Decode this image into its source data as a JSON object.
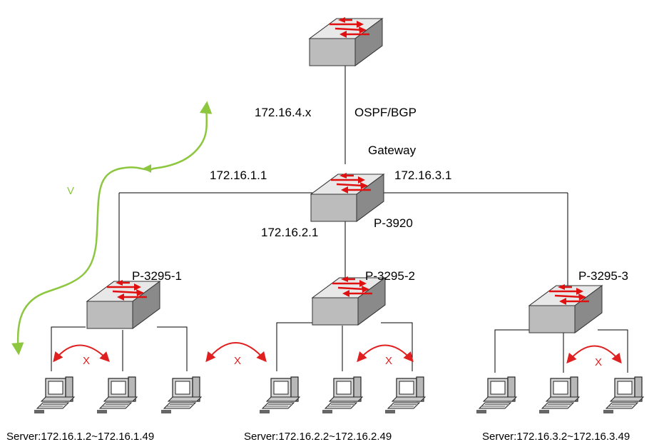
{
  "diagram": {
    "labels": {
      "uplink_subnet": "172.16.4.x",
      "routing_protocol": "OSPF/BGP",
      "gateway": "Gateway",
      "core_ip_left": "172.16.1.1",
      "core_ip_right": "172.16.3.1",
      "core_ip_down": "172.16.2.1",
      "core_switch_name": "P-3920"
    },
    "access_switches": [
      {
        "name": "P-3295-1",
        "servers": "Server:172.16.1.2~172.16.1.49"
      },
      {
        "name": "P-3295-2",
        "servers": "Server:172.16.2.2~172.16.2.49"
      },
      {
        "name": "P-3295-3",
        "servers": "Server:172.16.3.2~172.16.3.49"
      }
    ],
    "marks": {
      "allowed": "V",
      "blocked": "X"
    },
    "colors": {
      "switch_body": "#c8c8c8",
      "switch_arrows": "#e01010",
      "allowed_path": "#8dc63f",
      "blocked_path": "#e02020",
      "links": "#000000"
    }
  }
}
